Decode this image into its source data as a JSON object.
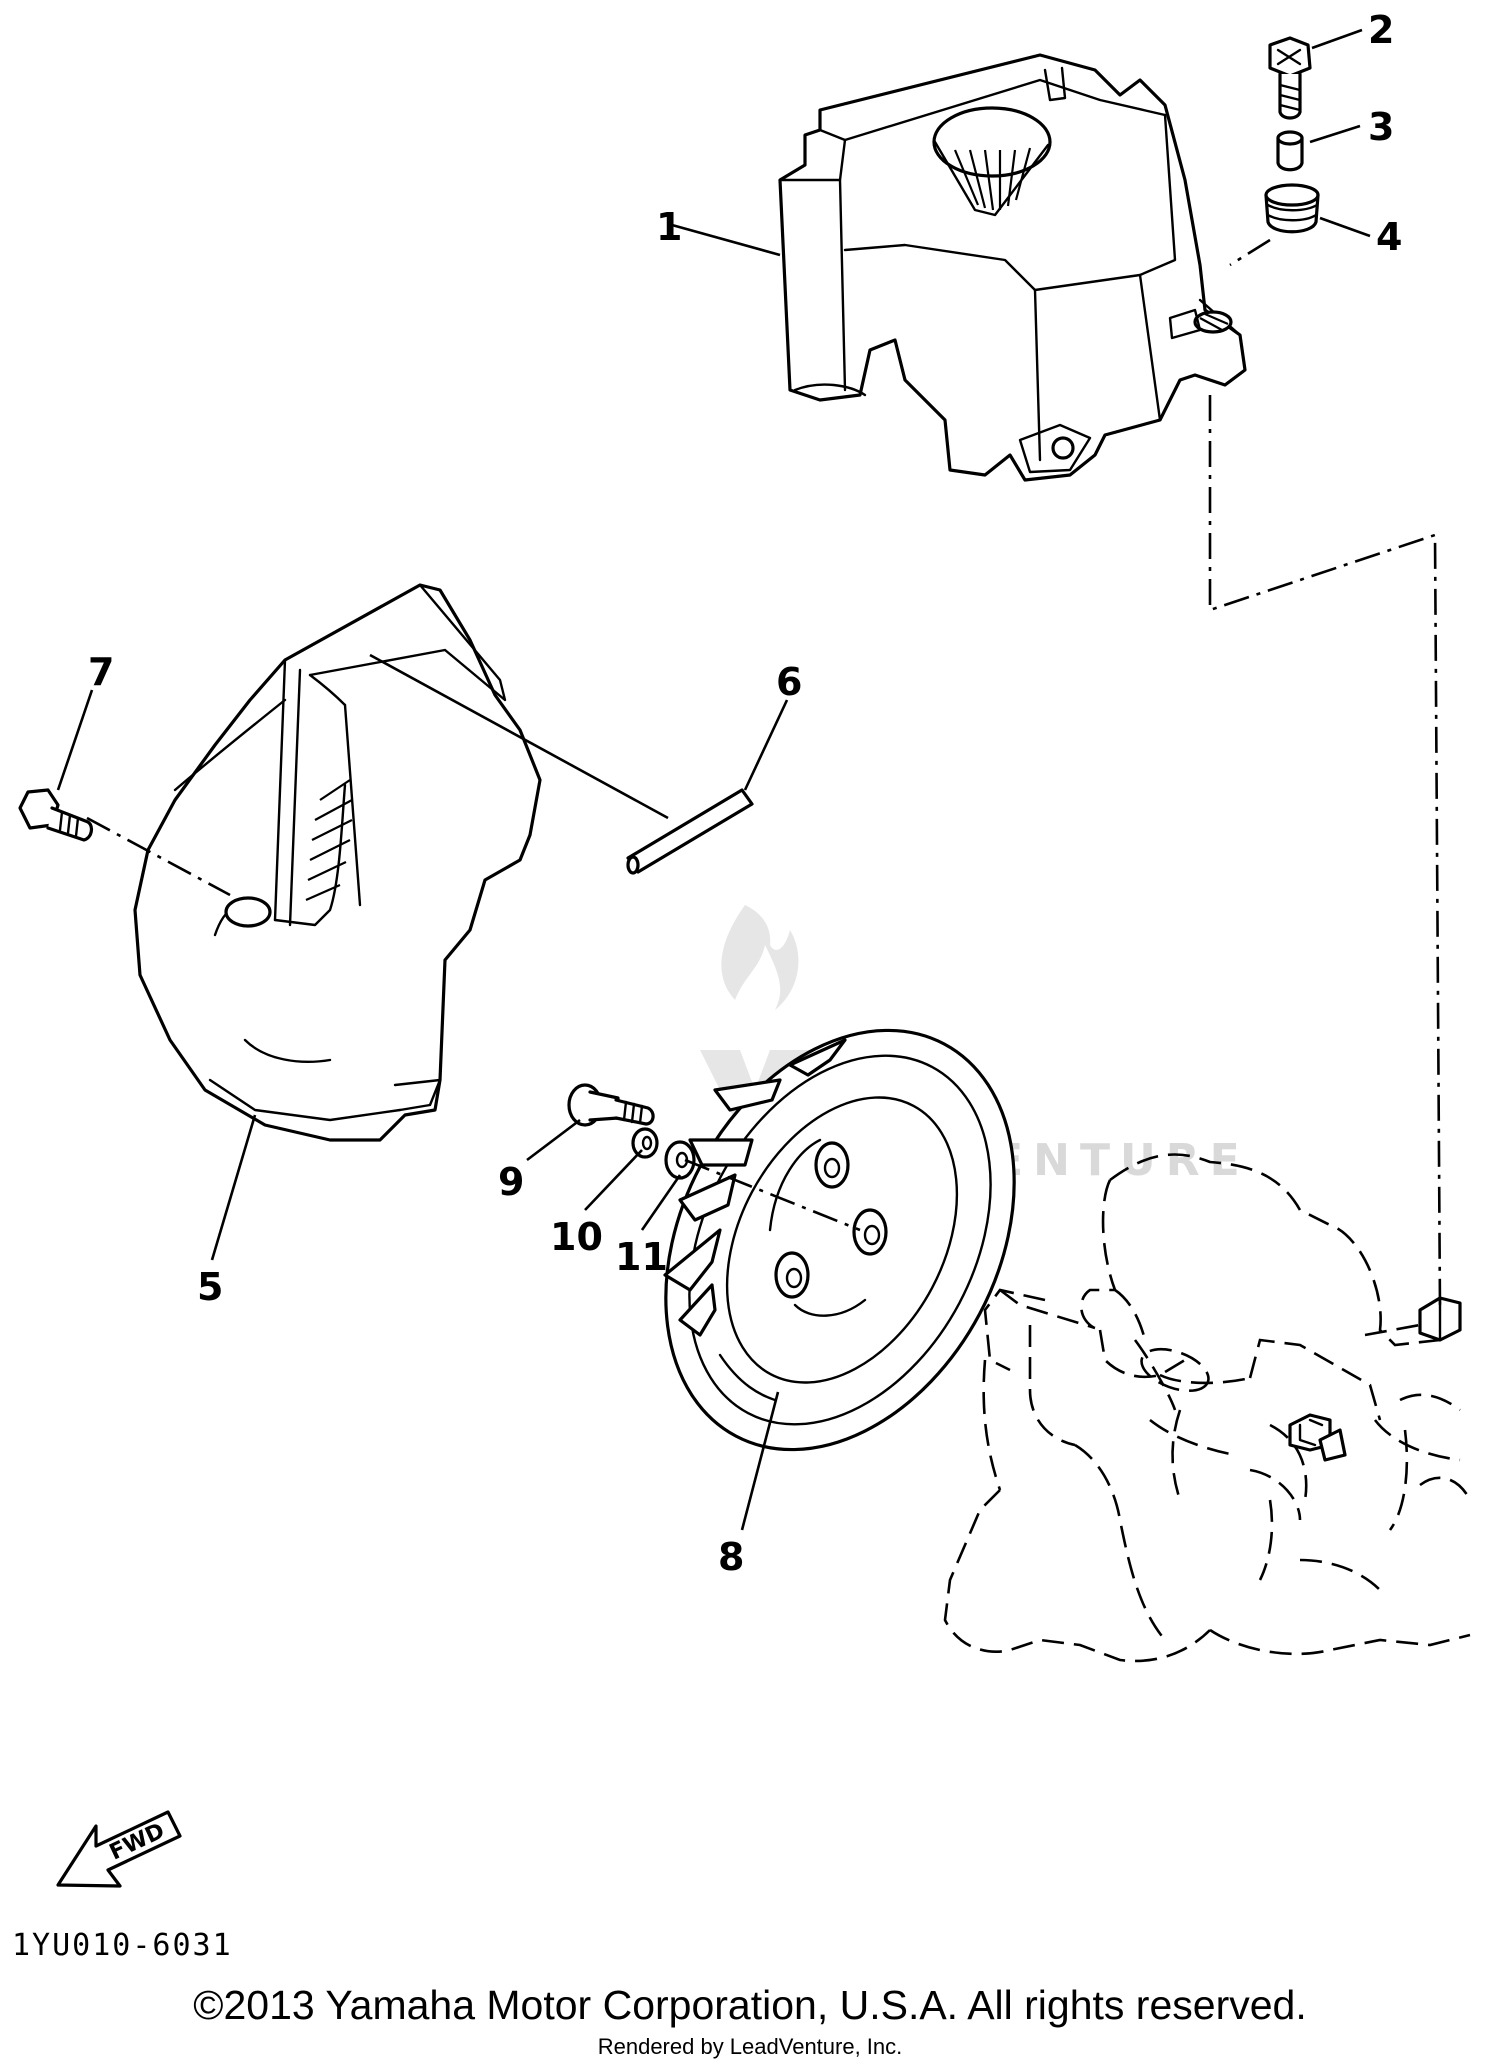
{
  "diagram": {
    "callouts": [
      {
        "id": "1",
        "text": "1"
      },
      {
        "id": "2",
        "text": "2"
      },
      {
        "id": "3",
        "text": "3"
      },
      {
        "id": "4",
        "text": "4"
      },
      {
        "id": "5",
        "text": "5"
      },
      {
        "id": "6",
        "text": "6"
      },
      {
        "id": "7",
        "text": "7"
      },
      {
        "id": "8",
        "text": "8"
      },
      {
        "id": "9",
        "text": "9"
      },
      {
        "id": "10",
        "text": "10"
      },
      {
        "id": "11",
        "text": "11"
      }
    ],
    "fwd_label": "FWD",
    "diagram_code": "1YU010-6031",
    "watermark_text": "LEADVENTURE"
  },
  "footer": {
    "copyright": "©2013 Yamaha Motor Corporation, U.S.A. All rights reserved.",
    "rendered_by": "Rendered by LeadVenture, Inc."
  }
}
